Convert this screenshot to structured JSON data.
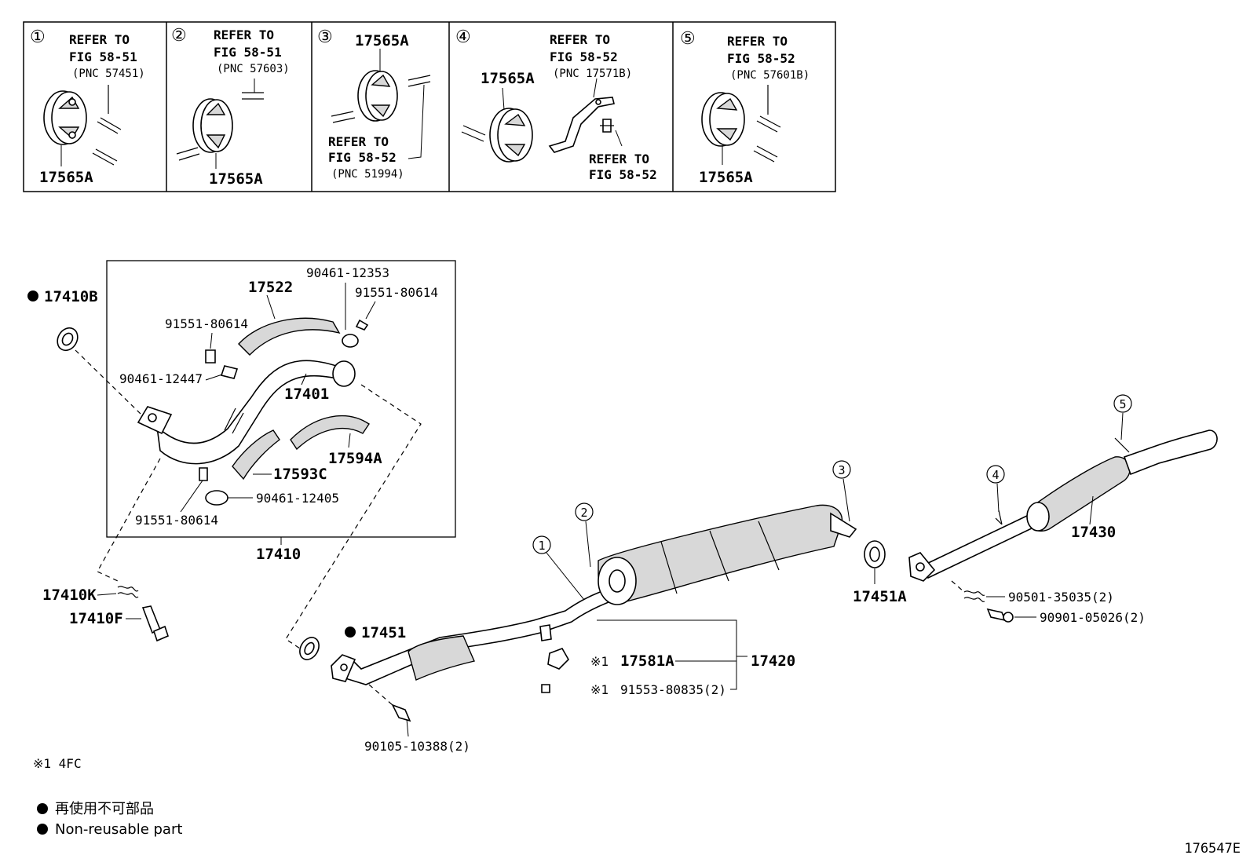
{
  "diagram_id": "176547E",
  "insets": [
    {
      "num": "①",
      "ref_lines": [
        "REFER TO",
        "FIG 58-51"
      ],
      "pnc": "(PNC 57451)",
      "part": "17565A"
    },
    {
      "num": "②",
      "ref_lines": [
        "REFER TO",
        "FIG 58-51"
      ],
      "pnc": "(PNC 57603)",
      "part": "17565A"
    },
    {
      "num": "③",
      "ref_lines": [
        "REFER TO",
        "FIG 58-52"
      ],
      "pnc": "(PNC 51994)",
      "part": "17565A"
    },
    {
      "num": "④",
      "ref_lines": [
        "REFER TO",
        "FIG 58-52"
      ],
      "pnc": "(PNC 17571B)",
      "part": "17565A",
      "ref2_lines": [
        "REFER TO",
        "FIG 58-52"
      ]
    },
    {
      "num": "⑤",
      "ref_lines": [
        "REFER TO",
        "FIG 58-52"
      ],
      "pnc": "(PNC 57601B)",
      "part": "17565A"
    }
  ],
  "labels": {
    "p17410B": "17410B",
    "p17522": "17522",
    "p90461_12353": "90461-12353",
    "p91551_80614_a": "91551-80614",
    "p91551_80614_b": "91551-80614",
    "p90461_12447": "90461-12447",
    "p17401": "17401",
    "p17594A": "17594A",
    "p17593C": "17593C",
    "p90461_12405": "90461-12405",
    "p91551_80614_c": "91551-80614",
    "p17410": "17410",
    "p17410K": "17410K",
    "p17410F": "17410F",
    "p17451": "17451",
    "p17581A": "17581A",
    "p17420": "17420",
    "p91553_80835": "91553-80835(2)",
    "p90105_10388": "90105-10388(2)",
    "p17451A": "17451A",
    "p17430": "17430",
    "p90501_35035": "90501-35035(2)",
    "p90901_05026": "90901-05026(2)",
    "mark": "※1",
    "c1": "1",
    "c2": "2",
    "c3": "3",
    "c4": "4",
    "c5": "5"
  },
  "notes": {
    "footnote": "※1 4FC",
    "legend_jp": "再使用不可部品",
    "legend_en": "Non-reusable part"
  }
}
